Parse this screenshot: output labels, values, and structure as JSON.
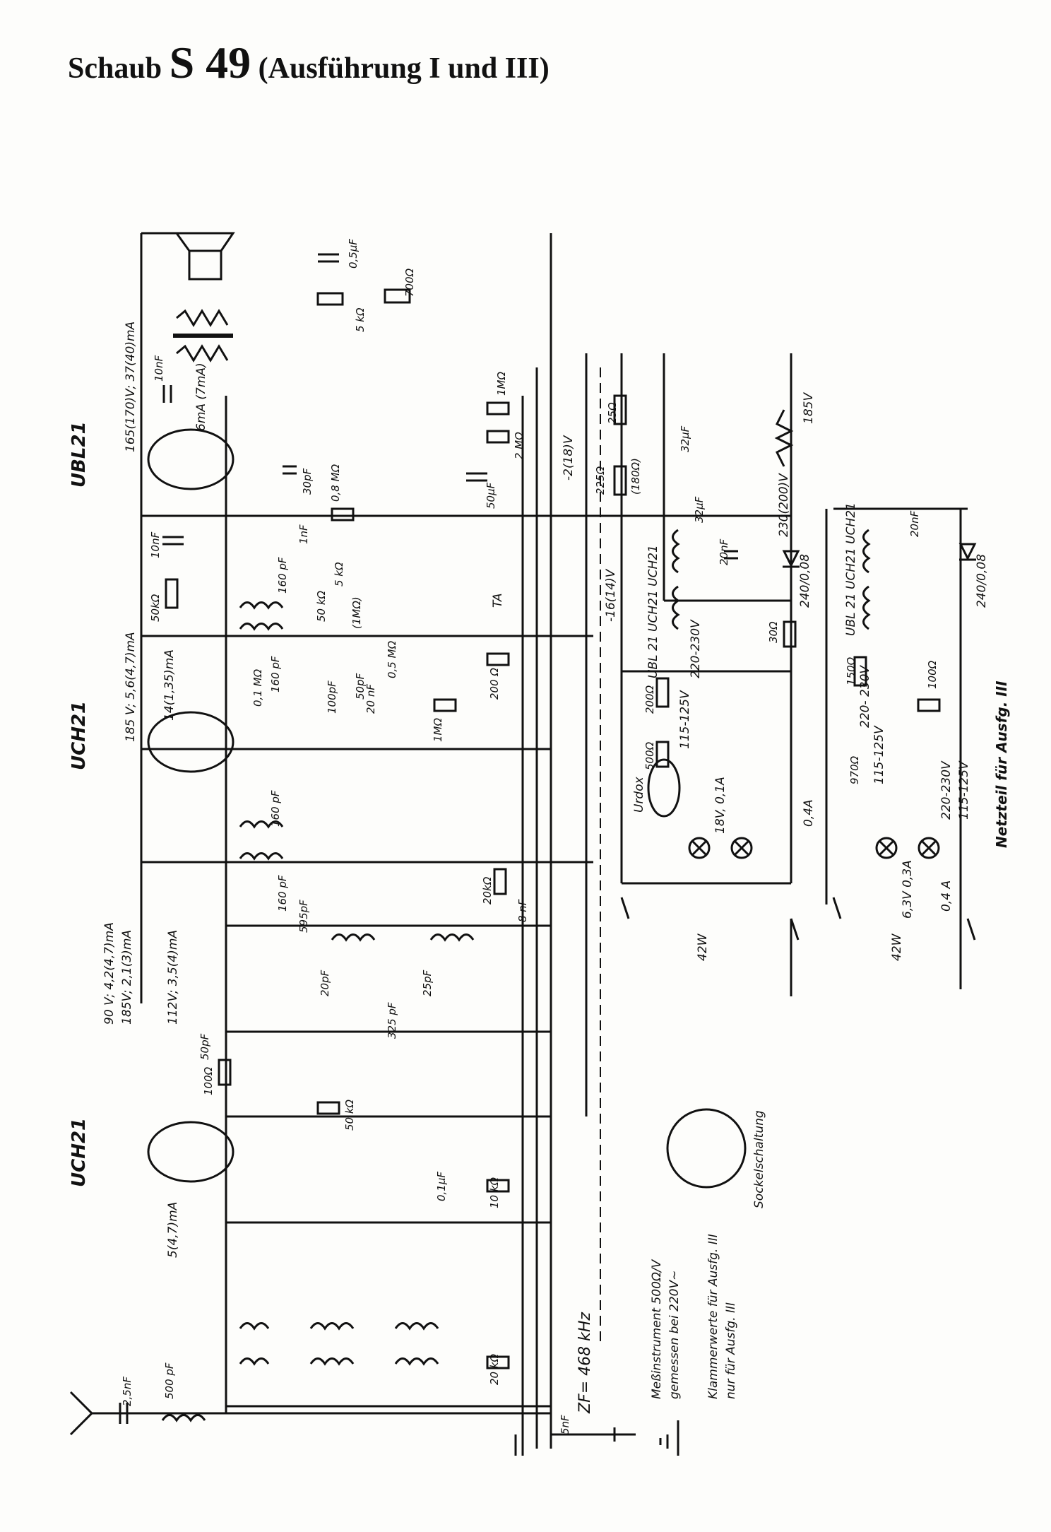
{
  "title": {
    "brand": "Schaub",
    "model": "S 49",
    "variant": "(Ausführung I und III)"
  },
  "tubes": [
    "UBL21",
    "UCH21",
    "UCH21"
  ],
  "labels": {
    "ubl_current": "165(170)V; 37(40)mA",
    "ubl_pin4": "6mA (7mA)",
    "uch_mid_current": "185 V; 5,6(4,7)mA",
    "uch_mid_14": "14(1,35)mA",
    "uch_low_a": "90 V; 4,2(4,7)mA",
    "uch_low_b": "185V; 2,1(3)mA",
    "uch_low_c": "112V; 3,5(4)mA",
    "uch_low_d": "5(4,7)mA",
    "zf": "ZF= 468 kHz",
    "ta": "TA",
    "neg16": "-16(14)V",
    "neg2": "-2(18)V",
    "v185": "185V",
    "v230": "230(200)V",
    "rect1": "240/0,08",
    "rect2": "240/0,08",
    "urdox": "Urdox",
    "lamp1": "18V, 0,1A",
    "lamp2": "6,3V 0,3A",
    "w42a": "42W",
    "w42b": "42W",
    "netzteil": "Netzteil für Ausfg. III",
    "fuse1": "0,4A",
    "fuse2": "0,4 A",
    "v220_1": "220-230V",
    "v115_1": "115-125V",
    "v220_2": "220-230V",
    "v115_2": "115-125V",
    "v220_3": "220- 230V",
    "v115_3": "115-125V",
    "heater1": "UBL 21 UCH21 UCH21",
    "heater2": "UBL 21 UCH21 UCH21"
  },
  "components": {
    "c05uf": "0,5µF",
    "r700": "700Ω",
    "r5k": "5 kΩ",
    "c10nf_a": "10nF",
    "r1m": "1MΩ",
    "r25": "25Ω",
    "r2m": "2 MΩ",
    "c32uf_a": "32µF",
    "r225": "225Ω",
    "r180": "(180Ω)",
    "c50uf": "50µF",
    "c30pf": "30pF",
    "r08m": "0,8 MΩ",
    "c32uf_b": "32µF",
    "c20nf_a": "20nF",
    "c1nf": "1nF",
    "c10nf_b": "10nF",
    "r50k_a": "50kΩ",
    "c160pf_a": "160 pF",
    "r50k_b": "50 kΩ",
    "r5k_b": "5 kΩ",
    "r1m_b": "(1MΩ)",
    "c100pf": "100pF",
    "c50pf_a": "50pF",
    "r05m": "0,5 MΩ",
    "r200_a": "200 Ω",
    "c20nf_b": "20 nF",
    "r01m": "0,1 MΩ",
    "c160pf_b": "160 pF",
    "r1m_c": "1MΩ",
    "r200_b": "200Ω",
    "r500": "500Ω",
    "r30": "30Ω",
    "c160pf_c": "160 pF",
    "c160pf_d": "160 pF",
    "c595pf": "595pF",
    "r20k_a": "20kΩ",
    "c8nf": "8 nF",
    "c20pf": "20pF",
    "c25pf": "25pF",
    "c325pf": "325 pF",
    "c50pf_b": "50pF",
    "r100": "100Ω",
    "r50k_c": "50 kΩ",
    "c01uf": "0,1µF",
    "r10k": "10 kΩ",
    "r20k_b": "20 kΩ",
    "c25nf": "2,5nF",
    "c500pf": "500 pF",
    "c5nf": "5nF",
    "r150": "150Ω",
    "r100_b": "100Ω",
    "r970": "970Ω",
    "c20nf_c": "20nF"
  },
  "legend": {
    "meter1": "Meßinstrument 500Ω/V",
    "meter2": "gemessen bei 220V~",
    "klammer": "Klammerwerte für Ausfg. III",
    "dashed": "nur für Ausfg. III",
    "sockel": "Sockelschaltung"
  }
}
